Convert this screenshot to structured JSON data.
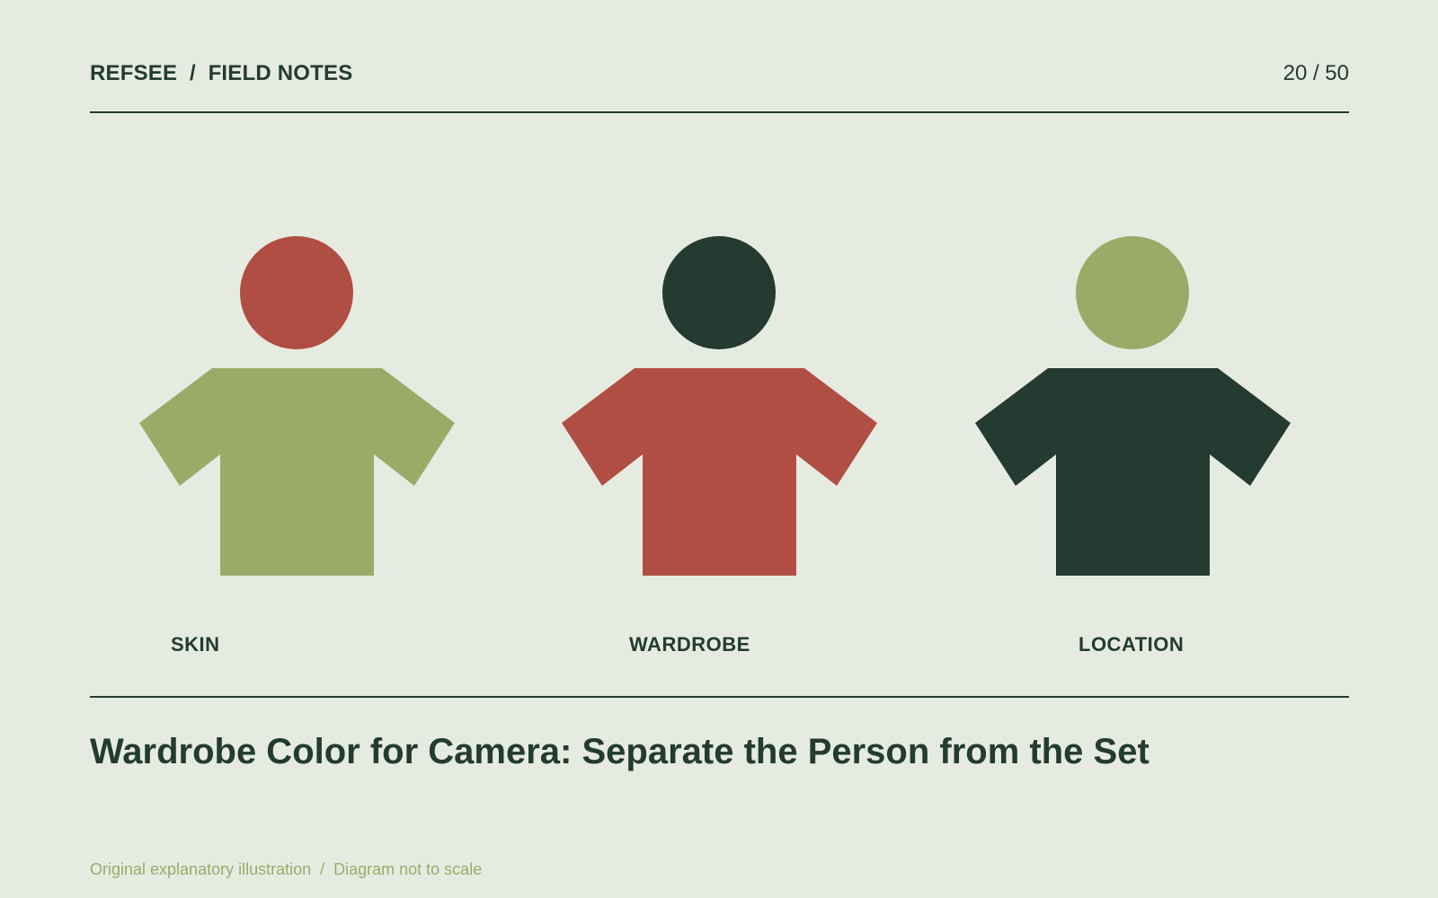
{
  "header": {
    "brand": "REFSEE  /  FIELD NOTES",
    "page": "20 / 50"
  },
  "figures": [
    {
      "label": "SKIN",
      "head_color": "#b04e44",
      "shirt_color": "#9aab68"
    },
    {
      "label": "WARDROBE",
      "head_color": "#233b31",
      "shirt_color": "#b04e44"
    },
    {
      "label": "LOCATION",
      "head_color": "#9aab68",
      "shirt_color": "#233b31"
    }
  ],
  "title": "Wardrobe Color for Camera: Separate the Person from the Set",
  "footnote": "Original explanatory illustration  /  Diagram not to scale",
  "colors": {
    "background": "#e6ebe2",
    "dark": "#233b31",
    "red": "#b04e44",
    "olive": "#9aab68"
  }
}
